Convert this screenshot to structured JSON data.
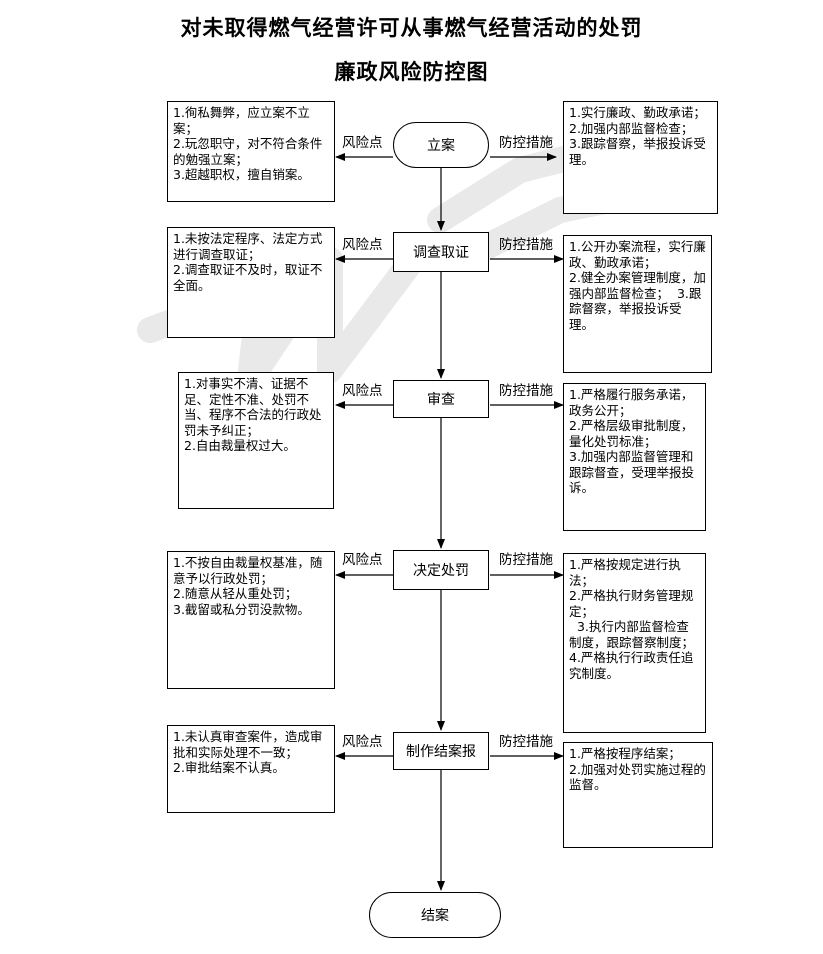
{
  "title": {
    "line1": "对未取得燃气经营许可从事燃气经营活动的处罚",
    "line2": "廉政风险防控图"
  },
  "labels": {
    "risk": "风险点",
    "control": "防控措施"
  },
  "steps": [
    {
      "name": "立案",
      "risk": "1.徇私舞弊，应立案不立案；\n2.玩忽职守，对不符合条件的勉强立案；\n3.超越职权，擅自销案。",
      "control": "1.实行廉政、勤政承诺；\n2.加强内部监督检查；\n3.跟踪督察，举报投诉受理。"
    },
    {
      "name": "调查取证",
      "risk": "1.未按法定程序、法定方式进行调查取证；\n2.调查取证不及时，取证不全面。",
      "control": "1.公开办案流程，实行廉政、勤政承诺；\n2.健全办案管理制度，加强内部监督检查；  3.跟踪督察，举报投诉受理。"
    },
    {
      "name": "审查",
      "risk": "1.对事实不清、证据不足、定性不准、处罚不当、程序不合法的行政处罚未予纠正；\n2.自由裁量权过大。",
      "control": "1.严格履行服务承诺，政务公开；\n2.严格层级审批制度，量化处罚标准；\n3.加强内部监督管理和跟踪督查，受理举报投诉。"
    },
    {
      "name": "决定处罚",
      "risk": "1.不按自由裁量权基准，随意予以行政处罚；\n2.随意从轻从重处罚；\n3.截留或私分罚没款物。",
      "control": "1.严格按规定进行执法；\n2.严格执行财务管理规定；\n  3.执行内部监督检查制度，跟踪督察制度；  4.严格执行行政责任追究制度。"
    },
    {
      "name": "制作结案报",
      "risk": "1.未认真审查案件，造成审批和实际处理不一致；\n2.审批结案不认真。",
      "control": "1.严格按程序结案；\n2.加强对处罚实施过程的监督。"
    }
  ],
  "end": "结案"
}
